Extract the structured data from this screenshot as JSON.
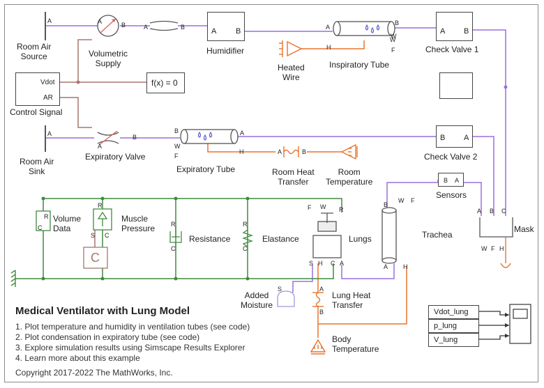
{
  "title": "Medical Ventilator with Lung Model",
  "steps": [
    "1. Plot temperature and humidity in ventilation tubes (see code)",
    "2. Plot condensation in expiratory tube (see code)",
    "3. Explore simulation results using Simscape Results Explorer",
    "4. Learn more about this example"
  ],
  "copyright": "Copyright 2017-2022 The MathWorks, Inc.",
  "colors": {
    "moist_air": "#9a6fe0",
    "thermal": "#e8732c",
    "mech": "#3f8a3f",
    "signal": "#a8766e",
    "frame": "#8c8c8c",
    "fluid_icon": "#5b5bd6"
  },
  "blocks": {
    "room_air_source": "Room Air\nSource",
    "volumetric_supply": "Volumetric\nSupply",
    "humidifier": "Humidifier",
    "heated_wire": "Heated\nWire",
    "inspiratory_tube": "Inspiratory Tube",
    "check_valve_1": "Check Valve 1",
    "control_signal": "Control Signal",
    "fx_block": "f(x) = 0",
    "room_air_sink": "Room Air\nSink",
    "expiratory_valve": "Expiratory Valve",
    "expiratory_tube": "Expiratory Tube",
    "room_heat_transfer": "Room Heat\nTransfer",
    "room_temperature": "Room\nTemperature",
    "check_valve_2": "Check Valve 2",
    "sensors": "Sensors",
    "volume_data": "Volume\nData",
    "muscle_pressure": "Muscle\nPressure",
    "resistance": "Resistance",
    "elastance": "Elastance",
    "lungs": "Lungs",
    "trachea": "Trachea",
    "mask": "Mask",
    "added_moisture": "Added\nMoisture",
    "lung_heat_transfer": "Lung Heat\nTransfer",
    "body_temperature": "Body\nTemperature",
    "muscle_source_letter": "C"
  },
  "ports": {
    "A": "A",
    "B": "B",
    "H": "H",
    "W": "W",
    "F": "F",
    "C": "C",
    "R": "R",
    "S": "S",
    "vdot": "Vdot",
    "ar": "AR"
  },
  "scope_signals": [
    "Vdot_lung",
    "p_lung",
    "V_lung"
  ]
}
